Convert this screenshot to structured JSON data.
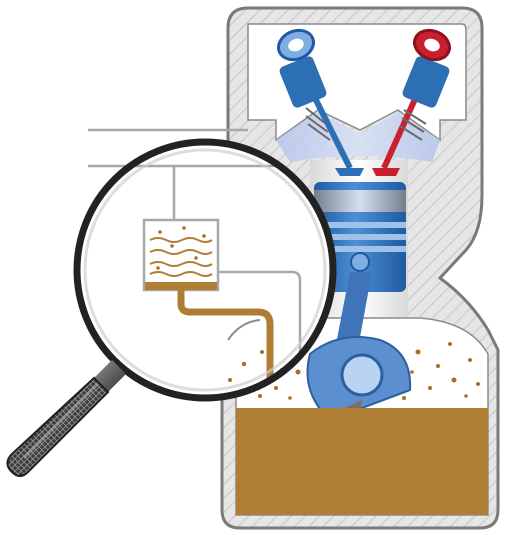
{
  "diagram": {
    "kind": "engine-cutaway",
    "parts": {
      "crankcase": {
        "hatch": true
      },
      "intake_valve": {
        "color": "#2c6fb5"
      },
      "exhaust_valve": {
        "color": "#c8202e"
      },
      "piston": {
        "color": "#2c6fb5"
      },
      "connecting_rod": {
        "color": "#3f74b8"
      },
      "oil_sump": {
        "color": "#b07d35"
      },
      "oil_droplets": {
        "color": "#a86e2a"
      },
      "vent_pipe": {
        "color": "#b07d35"
      },
      "magnifier": {
        "lens": "magnifying-glass",
        "handle": "knurled-grip"
      }
    },
    "colors": {
      "outline": "#6e6e6e",
      "wall": "#e4e4e4",
      "hatch": "#c9c9c9",
      "blue": "#2c6fb5",
      "light_blue": "#8fb6e4",
      "red": "#c8202e",
      "oil": "#b07d35"
    }
  }
}
